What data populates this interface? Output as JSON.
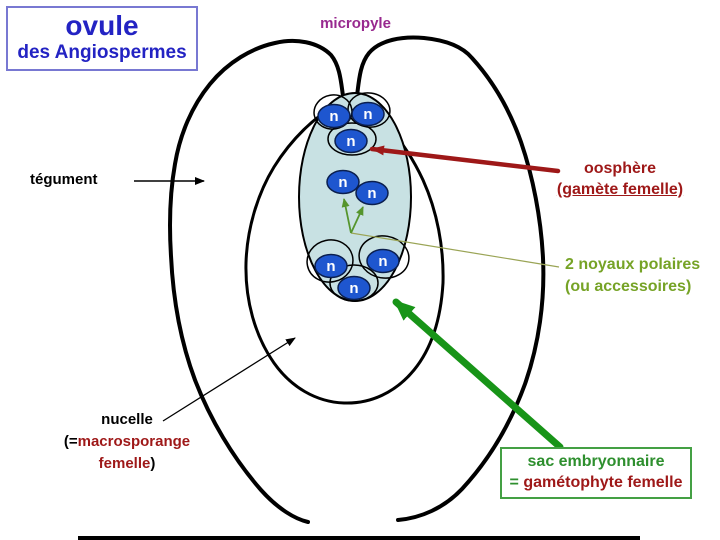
{
  "title": {
    "line1": "ovule",
    "line2": "des Angiospermes"
  },
  "labels": {
    "micropyle": "micropyle",
    "tegument": "tégument",
    "oosphere": {
      "line1": "oosphère",
      "line2": "(gamète femelle)"
    },
    "polar_nuclei": {
      "line1": "2 noyaux polaires",
      "line2": "(ou accessoires)"
    },
    "nucelle": {
      "line1": "nucelle",
      "line2_black": "(=",
      "line2_red": "macrosporange",
      "line3_red": "femelle",
      "line3_black": ")"
    },
    "sac": {
      "line1": "sac embryonnaire",
      "line2_green": "=",
      "line2_red": "gamétophyte femelle"
    }
  },
  "diagram": {
    "nucleus_label": "n"
  },
  "colors": {
    "title_blue": "#2323c3",
    "title_border": "#7878d2",
    "micropyle_purple": "#98298f",
    "dark_red": "#9e1818",
    "olive_green": "#76a326",
    "v_arrow_green": "#55952d",
    "link_line_olive": "#9aa455",
    "bright_green": "#189418",
    "sac_text_green": "#2e8f2e",
    "sac_border_green": "#44a044",
    "nucleus_fill": "#1e56cf",
    "embryo_sac_fill": "#c8e1e3",
    "outline_black": "#000000"
  }
}
